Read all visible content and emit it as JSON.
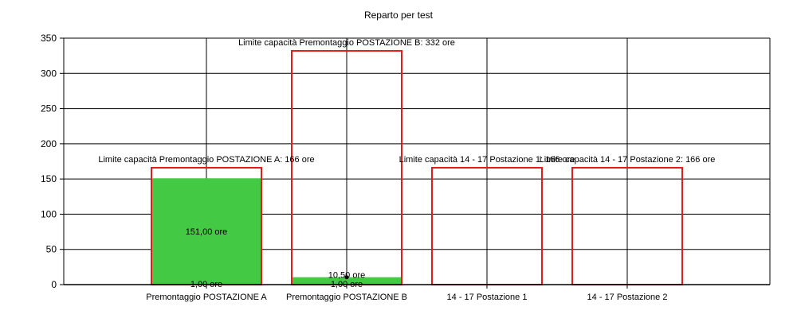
{
  "chart_data": {
    "type": "bar",
    "title": "Reparto per test",
    "xlabel": "",
    "ylabel": "",
    "ylim": [
      0,
      350
    ],
    "yticks": [
      0,
      50,
      100,
      150,
      200,
      250,
      300,
      350
    ],
    "grid": true,
    "categories": [
      "Premontaggio POSTAZIONE A",
      "Premontaggio POSTAZIONE B",
      "14 - 17 Postazione 1",
      "14 - 17 Postazione 2"
    ],
    "series": [
      {
        "values": [
          151.0,
          10.5,
          0,
          0
        ],
        "color": "#44c944"
      },
      {
        "values": [
          166,
          332,
          166,
          166
        ],
        "color": "#e21b1b"
      }
    ],
    "value_labels": [
      "151,00 ore",
      "10,50 ore",
      "",
      ""
    ],
    "base_labels": [
      "1,00 ore",
      "1,00 ore",
      "",
      ""
    ],
    "limit_labels": [
      "Limite capacità Premontaggio POSTAZIONE A: 166 ore",
      "Limite capacità Premontaggio POSTAZIONE B: 332 ore",
      "Limite capacità 14 - 17 Postazione 1: 166 ore",
      "Limite capacità 14 - 17 Postazione 2: 166 ore"
    ]
  }
}
